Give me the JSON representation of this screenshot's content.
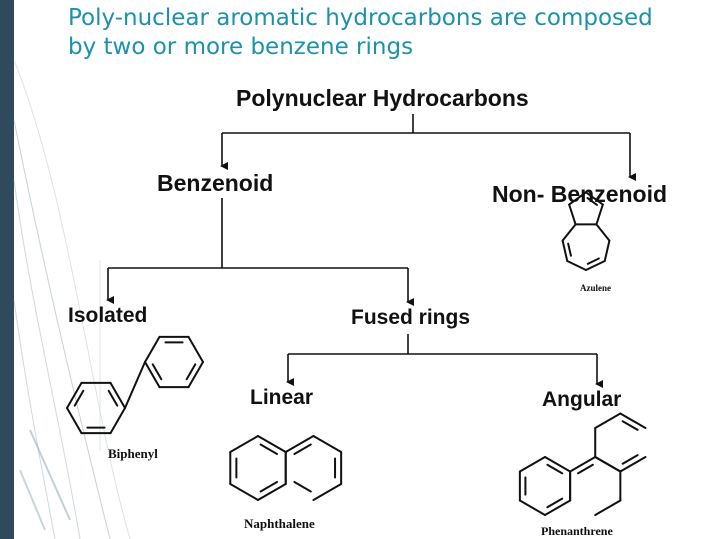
{
  "slide": {
    "heading_line1": "Poly-nuclear aromatic hydrocarbons are composed",
    "heading_line2": "by two or more benzene rings"
  },
  "tree": {
    "root": "Polynuclear Hydrocarbons",
    "benzenoid": "Benzenoid",
    "non_benzenoid": "Non- Benzenoid",
    "isolated": "Isolated",
    "fused": "Fused rings",
    "linear": "Linear",
    "angular": "Angular"
  },
  "structures": {
    "azulene": "Azulene",
    "biphenyl": "Biphenyl",
    "naphthalene": "Naphthalene",
    "phenanthrene": "Phenanthrene"
  },
  "colors": {
    "heading": "#1b91ab",
    "stripe": "#2f4a5c",
    "line": "#111111"
  }
}
